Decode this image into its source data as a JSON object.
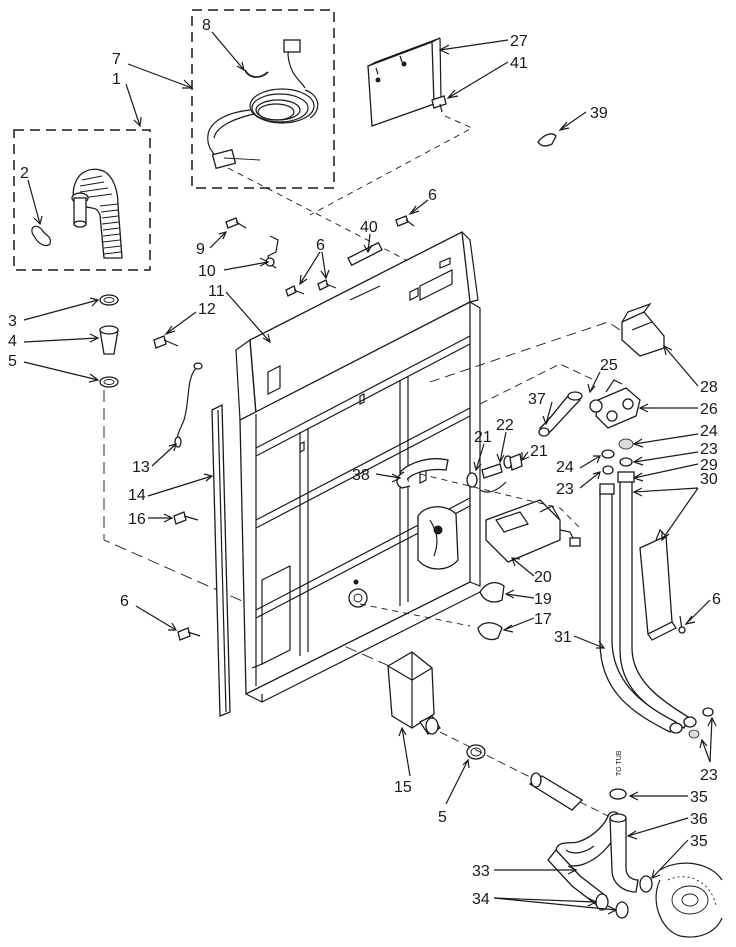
{
  "callouts": [
    {
      "id": "c1",
      "text": "7"
    },
    {
      "id": "c2",
      "text": "1"
    },
    {
      "id": "c3",
      "text": "8"
    },
    {
      "id": "c4",
      "text": "27"
    },
    {
      "id": "c5",
      "text": "41"
    },
    {
      "id": "c6",
      "text": "39"
    },
    {
      "id": "c7",
      "text": "2"
    },
    {
      "id": "c8",
      "text": "6"
    },
    {
      "id": "c9",
      "text": "40"
    },
    {
      "id": "c10",
      "text": "9"
    },
    {
      "id": "c11",
      "text": "6"
    },
    {
      "id": "c12",
      "text": "10"
    },
    {
      "id": "c13",
      "text": "11"
    },
    {
      "id": "c14",
      "text": "12"
    },
    {
      "id": "c15",
      "text": "3"
    },
    {
      "id": "c16",
      "text": "4"
    },
    {
      "id": "c17",
      "text": "5"
    },
    {
      "id": "c18",
      "text": "25"
    },
    {
      "id": "c19",
      "text": "28"
    },
    {
      "id": "c20",
      "text": "37"
    },
    {
      "id": "c21",
      "text": "26"
    },
    {
      "id": "c22",
      "text": "22"
    },
    {
      "id": "c23",
      "text": "21"
    },
    {
      "id": "c24",
      "text": "21"
    },
    {
      "id": "c25",
      "text": "24"
    },
    {
      "id": "c26",
      "text": "23"
    },
    {
      "id": "c27",
      "text": "24"
    },
    {
      "id": "c28",
      "text": "29"
    },
    {
      "id": "c29",
      "text": "13"
    },
    {
      "id": "c30",
      "text": "38"
    },
    {
      "id": "c31",
      "text": "23"
    },
    {
      "id": "c32",
      "text": "30"
    },
    {
      "id": "c33",
      "text": "14"
    },
    {
      "id": "c34",
      "text": "16"
    },
    {
      "id": "c35",
      "text": "20"
    },
    {
      "id": "c36",
      "text": "19"
    },
    {
      "id": "c37",
      "text": "6"
    },
    {
      "id": "c38",
      "text": "6"
    },
    {
      "id": "c39",
      "text": "17"
    },
    {
      "id": "c40",
      "text": "31"
    },
    {
      "id": "c41",
      "text": "23"
    },
    {
      "id": "c42",
      "text": "35"
    },
    {
      "id": "c43",
      "text": "15"
    },
    {
      "id": "c44",
      "text": "5"
    },
    {
      "id": "c45",
      "text": "36"
    },
    {
      "id": "c46",
      "text": "35"
    },
    {
      "id": "c47",
      "text": "33"
    },
    {
      "id": "c48",
      "text": "34"
    }
  ],
  "to_tub_label": "TO TUB"
}
